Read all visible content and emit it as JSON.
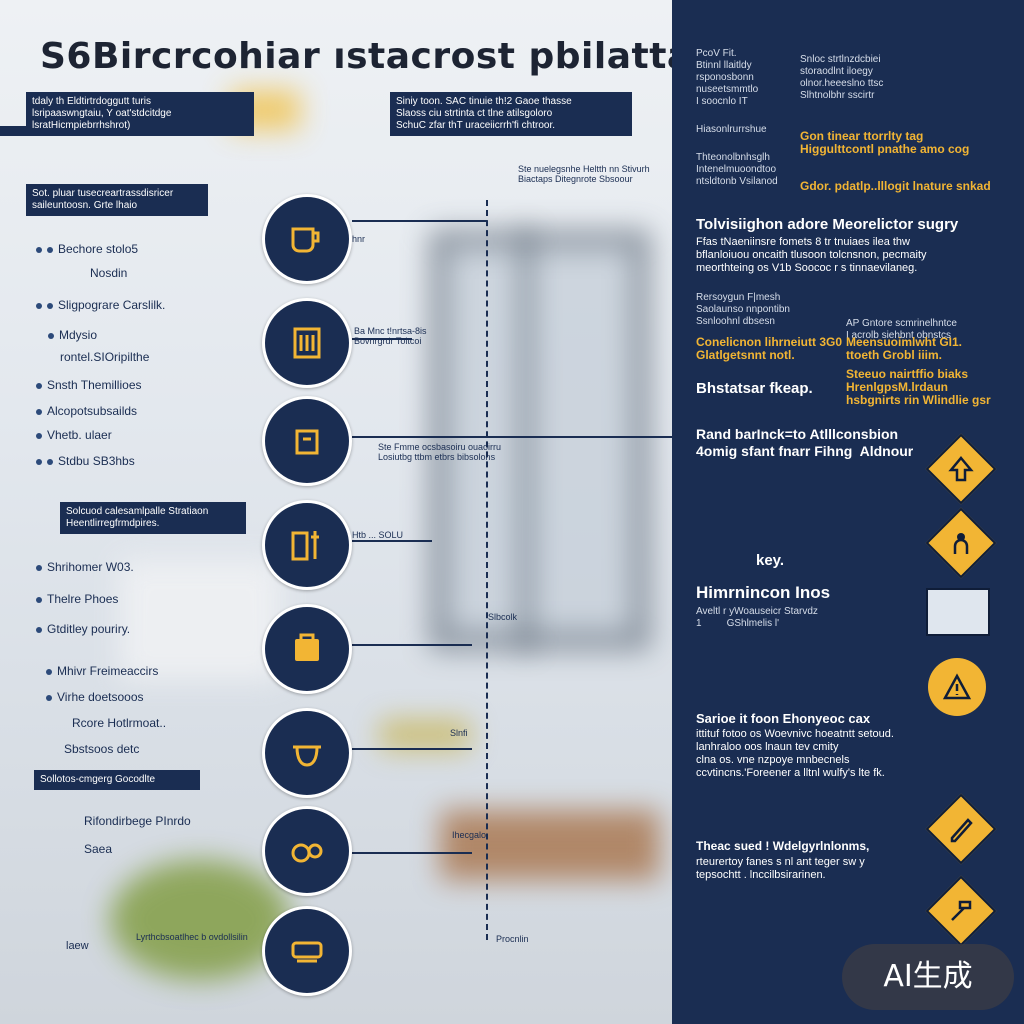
{
  "title": "S6Bircrcohiar ıstacrost pbilatta",
  "left": {
    "box_top_a": "tdaly th Eldtirtrdoggutt turis\nlsripaaswngtaiu, Y oat'stdcitdge\nlsratHicmpiebrrhshrot)",
    "box_top_b": "Siniy toon. SAC tinuie th!2 Gaoe thasse\nSlaoss ciu strtinta ct tlne atilsgoloro\nSchuC zfar thT uraceiicrrh'fi chtroor.",
    "note_right": "Ste nuelegsnhe Heltth nn Stivurh\nBiactaps Ditegnrote Sbsoour",
    "box_mid": "Sot. pluar tusecreartrassdisricer\nsaileuntoosn. Grte lhaio",
    "list1": [
      "Bechore stolo5",
      "Nosdin",
      "Sligpograre Carslilk.",
      "Mdysio",
      "rontel.SIOripilthe",
      "Snsth Themillioes",
      "Alcopotsubsailds",
      "Vhetb. ulaer",
      "Stdbu SB3hbs"
    ],
    "box_mid2": "Solcuod calesamlpalle Stratiaon\nHeentlirregfrmdpires.",
    "list2": [
      "Shrihomer W03.",
      "Thelre Phoes",
      "Gtditley pouriry."
    ],
    "list3": [
      "Mhivr Freimeaccirs",
      "Virhe doetsooos",
      "Rcore Hotlrmoat..",
      "Sbstsoos detc"
    ],
    "box_bottom": "Sollotos-cmgerg Gocodlte",
    "list4": [
      "Rifondirbege PInrdo",
      "Saea"
    ],
    "bottom_left": "laew",
    "bottom_center": "Lyrthcbsoatlhec b ovdollsilin",
    "bottom_right": "Procnlin"
  },
  "circle_labels": [
    {
      "text": "hnr"
    },
    {
      "text": "Ba Mnc t!nrtsa-8is\nBovnrgrdr Toitcoi"
    },
    {
      "text": "Ste Fmme ocsbasoiru ouaoirru\nLosiutbg ttbm etbrs bibsolons"
    },
    {
      "text": "Htb ... SOLU"
    },
    {
      "text": "Slbcolk"
    },
    {
      "text": "Slnfi"
    },
    {
      "text": "Ihecgalo"
    }
  ],
  "panel": {
    "t1": "PcoV Fit.\nBtinnl llaitldy\nrsponosbonn\nnuseetsmmtlo\nI soocnlo IT",
    "t2": "Snloc strtlnzdcbiei\nstoraodlnt iloegy\nolnor.heeeslno ttsc\nSlhtnolbhr sscirtr",
    "t3": "Hiasonlrurrshue",
    "y1": "Gon tinear ttorrlty tag\nHiggulttcontl pnathe amo cog",
    "t4": "Thteonolbnhsglh\nIntenelmuoondtoo\nntsldtonb Vsilanod",
    "y2": "Gdor. pdatlp..lllogit lnature snkad",
    "h1": "Tolvisiighon adore Meorelictor sugry",
    "b1": "Ffas tNaeniinsre fomets 8 tr tnuiaes ilea thw\nbflanloiuou oncaith tlusoon tolcnsnon, pecmaity\nmeorthteing os V1b Soococ r s tinnaevilaneg.",
    "t5": "Rersoygun F|mesh\nSaolaunso nnpontibn\nSsnloohnl dbsesn",
    "t6": "AP Gntore scmrinelhntce\nI acrolb siehbnt obnstcs",
    "y3": "Conelicnon lihrneiutt 3G0\nGlatlgetsnnt notl.",
    "y4": "Meensuoimlwht GI1.\nttoeth Grobl iiim.",
    "h2": "Bhstatsar fkeap.",
    "y5": "Steeuo nairtffio biaks\nHrenlgpsM.lrdaun\nhsbgnirts rin Wlindlie gsr",
    "h3": "Rand barInck=to Atlllconsbion\n4omig sfant fnarr Fihng  Aldnour",
    "key": "key.",
    "h4": "Himrnincon Inos",
    "b2": "Aveltl r yWoauseicr Starvdz\n1         GShlmelis l'",
    "h5": "Sarioe it foon Ehonyeoc cax",
    "b3": "ittituf fotoo os Woevnivc hoeatntt setoud.\nlanhraloo oos lnaun tev cmity\nclna os. vne nzpoye mnbecnels\nccvtincns.'Foreener a lltnl wulfy's lte fk.",
    "h6": "Theac sued ! Wdelgyrlnlonms,",
    "b4": "rteurertoy fanes s nl ant teger sw y\ntepsochtt . lnccilbsirarinen."
  },
  "badge": "AI生成",
  "colors": {
    "navy": "#1a2d52",
    "gold": "#f2b534"
  }
}
